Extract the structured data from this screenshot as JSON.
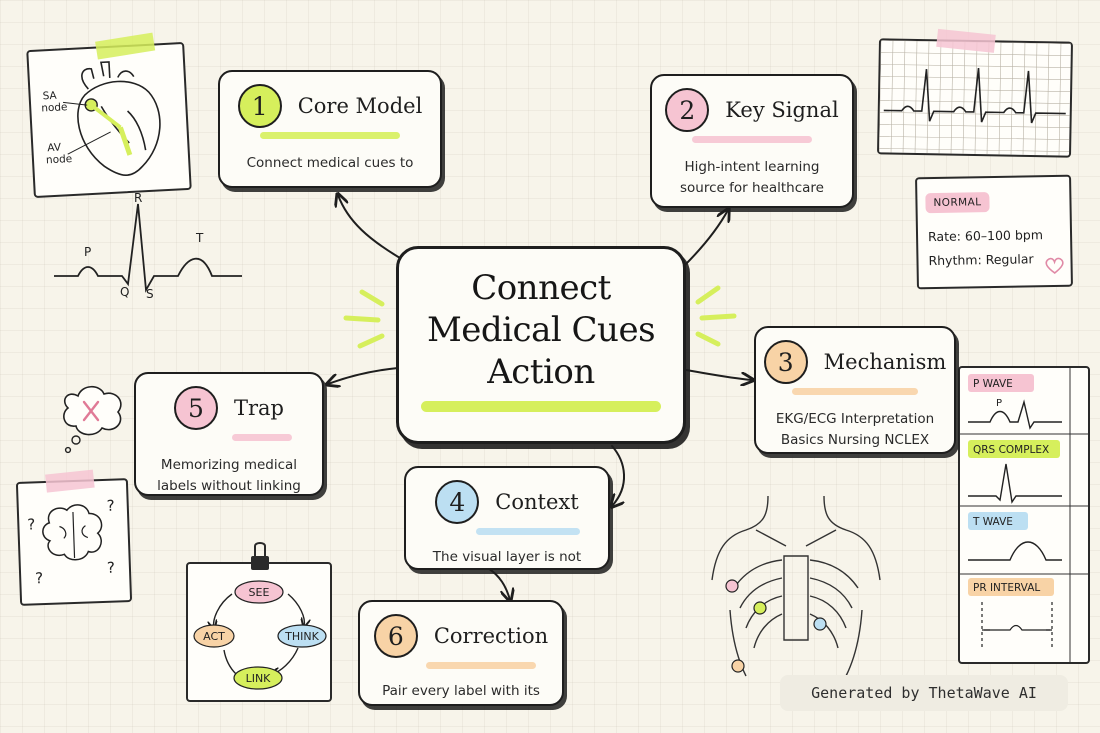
{
  "center": {
    "title_lines": [
      "Connect",
      "Medical Cues",
      "Action"
    ],
    "accent": "#d6ef5c"
  },
  "cards": [
    {
      "number": "1",
      "title": "Core Model",
      "body_lines": [
        "Connect medical cues to"
      ],
      "accent": "#d6ef5c"
    },
    {
      "number": "2",
      "title": "Key Signal",
      "body_lines": [
        "High-intent learning",
        "source for healthcare"
      ],
      "accent": "#f6c4d2"
    },
    {
      "number": "3",
      "title": "Mechanism",
      "body_lines": [
        "EKG/ECG Interpretation",
        "Basics Nursing NCLEX"
      ],
      "accent": "#f8d3a6"
    },
    {
      "number": "4",
      "title": "Context",
      "body_lines": [
        "The visual layer is not"
      ],
      "accent": "#bcdff2"
    },
    {
      "number": "5",
      "title": "Trap",
      "body_lines": [
        "Memorizing medical",
        "labels without linking"
      ],
      "accent": "#f6c4d2"
    },
    {
      "number": "6",
      "title": "Correction",
      "body_lines": [
        "Pair every label with its"
      ],
      "accent": "#f8d3a6"
    }
  ],
  "heart_note": {
    "sa_label": [
      "SA",
      "node"
    ],
    "av_label": [
      "AV",
      "node"
    ]
  },
  "ecg_waveform": {
    "labels": {
      "p": "P",
      "q": "Q",
      "r": "R",
      "s": "S",
      "t": "T"
    }
  },
  "normal_note": {
    "badge": "NORMAL",
    "rate": "Rate: 60–100 bpm",
    "rhythm": "Rhythm: Regular"
  },
  "cycle_note": {
    "steps": [
      "SEE",
      "THINK",
      "LINK",
      "ACT"
    ]
  },
  "wave_panel": {
    "sections": [
      {
        "label": "P WAVE",
        "marker": "P",
        "color": "#f6c4d2"
      },
      {
        "label": "QRS COMPLEX",
        "color": "#d6ef5c"
      },
      {
        "label": "T WAVE",
        "color": "#bcdff2"
      },
      {
        "label": "PR INTERVAL",
        "color": "#f8d3a6"
      }
    ]
  },
  "watermark": "Generated by ThetaWave AI",
  "colors": {
    "ink": "#1e1e1e",
    "paper": "#f7f4ea",
    "green": "#d6ef5c",
    "pink": "#f6c4d2",
    "orange": "#f8d3a6",
    "blue": "#bcdff2"
  }
}
